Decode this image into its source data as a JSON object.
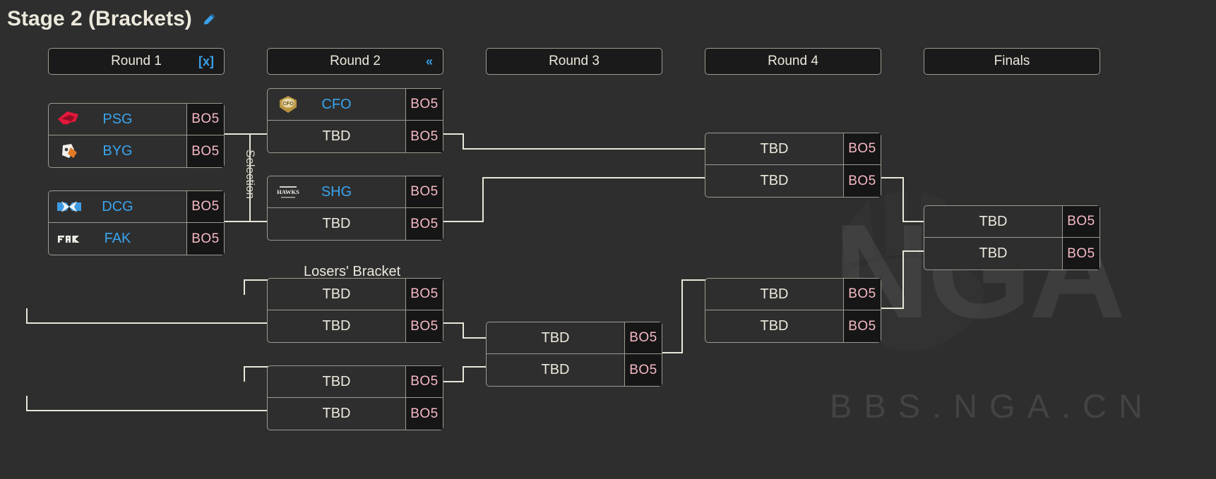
{
  "page": {
    "title": "Stage 2 (Brackets)",
    "edit_icon": "pencil-icon",
    "background_color": "#2e2e2e",
    "line_color": "#e9e7d8",
    "team_name_color": "#39a5ef",
    "tbd_color": "#ece8dc",
    "format_color": "#f6b9c4",
    "accent_color": "#3aa0e8"
  },
  "watermark": {
    "logo": "nga-paw-icon",
    "brand": "NGA",
    "site": "BBS.NGA.CN"
  },
  "labels": {
    "selection": "Selection",
    "losers_bracket": "Losers' Bracket"
  },
  "round_headers": [
    {
      "label": "Round 1",
      "control": "[x]",
      "has_control": true
    },
    {
      "label": "Round 2",
      "control": "«",
      "has_control": true
    },
    {
      "label": "Round 3",
      "control": "",
      "has_control": false
    },
    {
      "label": "Round 4",
      "control": "",
      "has_control": false
    },
    {
      "label": "Finals",
      "control": "",
      "has_control": false
    }
  ],
  "matches": {
    "r1_m1": {
      "top": {
        "team": "PSG",
        "logo": "psg-talon-logo",
        "format": "BO5"
      },
      "bottom": {
        "team": "BYG",
        "logo": "bilibili-gaming-logo",
        "format": "BO5"
      }
    },
    "r1_m2": {
      "top": {
        "team": "DCG",
        "logo": "deep-cross-gaming-logo",
        "format": "BO5"
      },
      "bottom": {
        "team": "FAK",
        "logo": "fak-logo",
        "format": "BO5"
      }
    },
    "r2_m1": {
      "top": {
        "team": "CFO",
        "logo": "ctbc-flying-oyster-logo",
        "format": "BO5"
      },
      "bottom": {
        "team": "TBD",
        "logo": null,
        "format": "BO5"
      }
    },
    "r2_m2": {
      "top": {
        "team": "SHG",
        "logo": "softbank-hawks-logo",
        "format": "BO5"
      },
      "bottom": {
        "team": "TBD",
        "logo": null,
        "format": "BO5"
      }
    },
    "lb_m1": {
      "top": {
        "team": "TBD",
        "logo": null,
        "format": "BO5"
      },
      "bottom": {
        "team": "TBD",
        "logo": null,
        "format": "BO5"
      }
    },
    "lb_m2": {
      "top": {
        "team": "TBD",
        "logo": null,
        "format": "BO5"
      },
      "bottom": {
        "team": "TBD",
        "logo": null,
        "format": "BO5"
      }
    },
    "r3_m1": {
      "top": {
        "team": "TBD",
        "logo": null,
        "format": "BO5"
      },
      "bottom": {
        "team": "TBD",
        "logo": null,
        "format": "BO5"
      }
    },
    "r4_m1": {
      "top": {
        "team": "TBD",
        "logo": null,
        "format": "BO5"
      },
      "bottom": {
        "team": "TBD",
        "logo": null,
        "format": "BO5"
      }
    },
    "r4_m2": {
      "top": {
        "team": "TBD",
        "logo": null,
        "format": "BO5"
      },
      "bottom": {
        "team": "TBD",
        "logo": null,
        "format": "BO5"
      }
    },
    "finals_m1": {
      "top": {
        "team": "TBD",
        "logo": null,
        "format": "BO5"
      },
      "bottom": {
        "team": "TBD",
        "logo": null,
        "format": "BO5"
      }
    }
  }
}
